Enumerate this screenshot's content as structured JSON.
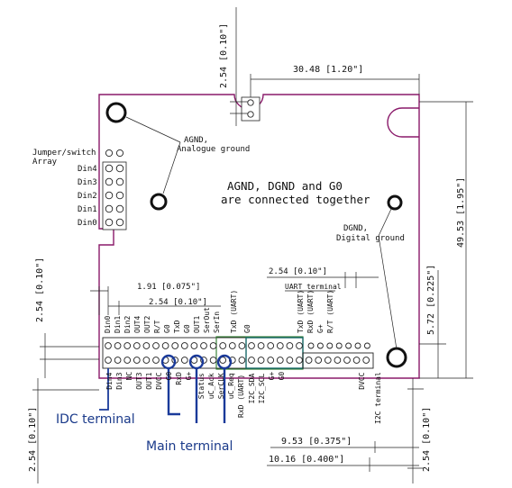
{
  "dimensions": {
    "top_pitch": "2.54 [0.10\"]",
    "width": "30.48 [1.20\"]",
    "height": "49.53 [1.95\"]",
    "right_offset": "5.72 [0.225\"]",
    "left_pitch": "2.54 [0.10\"]",
    "header_offset": "1.91 [0.075\"]",
    "header_pitch": "2.54 [0.10\"]",
    "uart_pitch": "2.54 [0.10\"]",
    "bottom_left_pitch": "2.54 [0.10\"]",
    "bottom_right_pitch": "2.54 [0.10\"]",
    "bottom_offset_1": "9.53 [0.375\"]",
    "bottom_offset_2": "10.16 [0.400\"]"
  },
  "annotations": {
    "agnd_1": "AGND,",
    "agnd_2": "Analogue ground",
    "dgnd_1": "DGND,",
    "dgnd_2": "Digital ground",
    "connected_1": "AGND, DGND and G0",
    "connected_2": "are connected together",
    "jumper_1": "Jumper/switch",
    "jumper_2": "Array",
    "uart_terminal": "UART terminal",
    "i2c_terminal": "I2C terminal"
  },
  "jumper_labels": [
    "Din4",
    "Din3",
    "Din2",
    "Din1",
    "Din0"
  ],
  "top_row_labels": [
    "Din0",
    "Din1",
    "Din2",
    "OUT4",
    "OUT2",
    "R/T",
    "G0",
    "TxD",
    "G0",
    "OUT1",
    "SerOut",
    "SerIn",
    "TxD (UART)",
    "G0",
    "TxD (UART)",
    "RxD (UART)",
    "G+",
    "R/T (UART)"
  ],
  "bottom_row_labels": [
    "Din4",
    "Din3",
    "NC",
    "OUT3",
    "OUT1",
    "DVCC",
    "G0",
    "RxD",
    "G+",
    "Status",
    "uC_Ack",
    "SerCLK",
    "uC_Req",
    "RxD (UART)",
    "I2C_SDA",
    "I2C_SCL",
    "G+",
    "G0",
    "DVCC"
  ],
  "terminals": {
    "idc": "IDC terminal",
    "main": "Main terminal"
  },
  "colors": {
    "board_outline": "#8a1a6a",
    "terminal_text": "#1a3a8a",
    "main_terminal_rings": "#1a3a9a",
    "teal_box": "#1a6a6a",
    "green_box": "#2a7a2a"
  }
}
